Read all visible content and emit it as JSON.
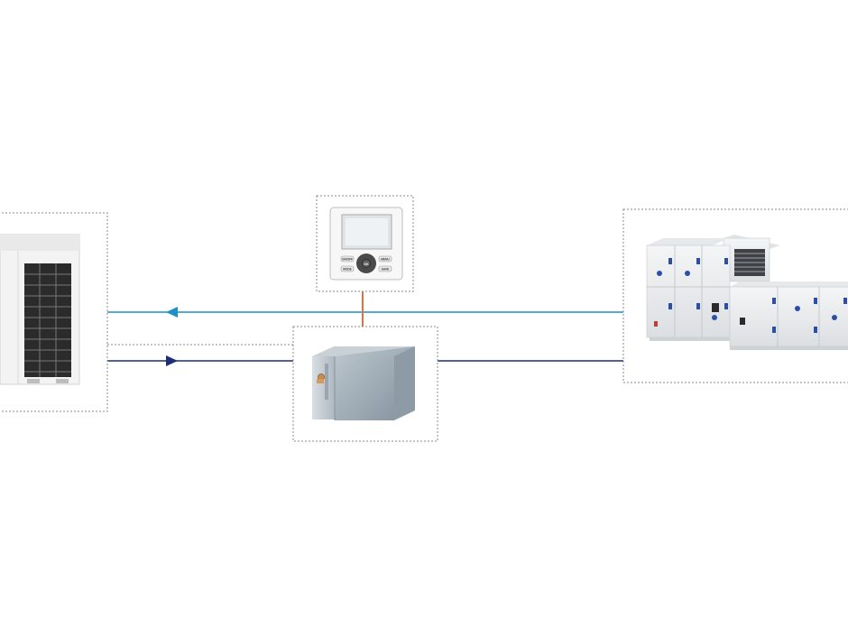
{
  "colors": {
    "return_line": "#1f8fc6",
    "supply_line": "#1c2e7a",
    "signal_line": "#e0733a",
    "frame": "#8a8a8a"
  },
  "controller": {
    "buttons": {
      "top_left": "ON/OFF",
      "top_right": "MENU",
      "bottom_left": "MODE",
      "bottom_right": "SAVE",
      "center": "OK"
    }
  }
}
